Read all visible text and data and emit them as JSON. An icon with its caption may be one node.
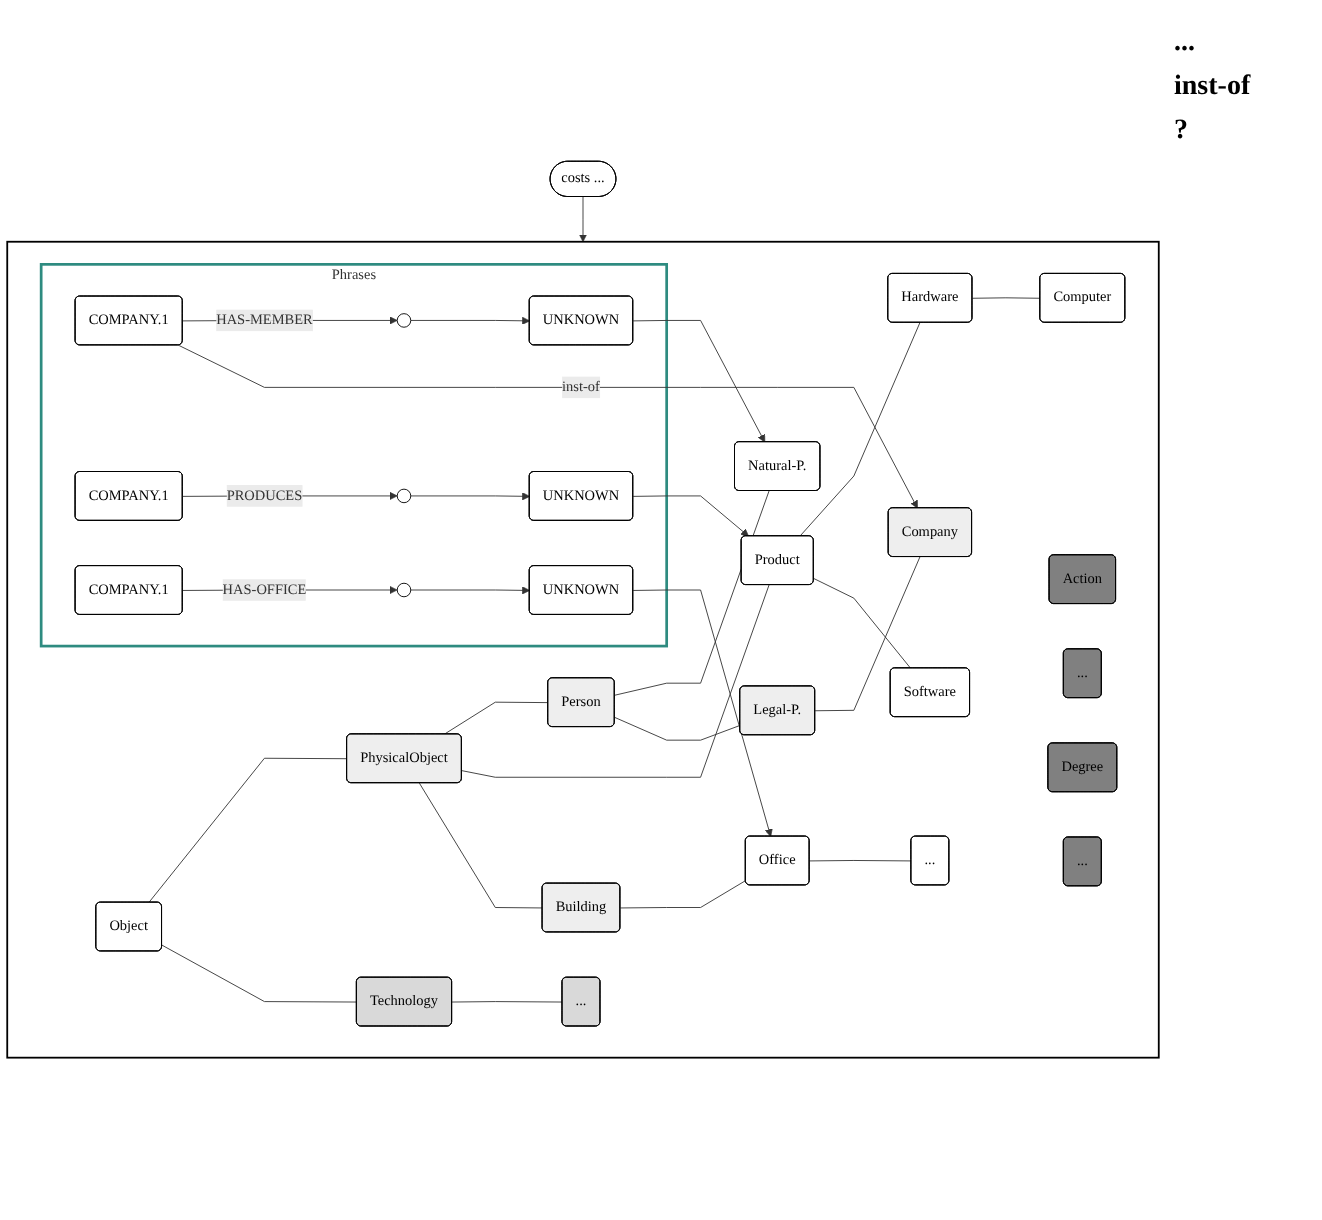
{
  "diagram": {
    "nodes": [
      {
        "text": [],
        "shape": "box"
      },
      {
        "text": [
          "Action"
        ],
        "in": 0
      },
      {
        "text": [
          "..."
        ],
        "in": 0
      },
      {
        "text": [
          "Object"
        ],
        "in": 0
      },
      {
        "text": [
          "PhysicalObject"
        ],
        "in": 0
      },
      {
        "text": [
          "Technology"
        ],
        "in": 0
      },
      {
        "text": [
          "Degree"
        ],
        "in": 0
      },
      {
        "text": [
          "..."
        ],
        "in": 0
      },
      {
        "text": [
          "Person"
        ],
        "in": 0
      },
      {
        "text": [
          "Product"
        ],
        "in": 0
      },
      {
        "text": [
          "Building"
        ],
        "in": 0
      },
      {
        "text": [
          "..."
        ],
        "in": 0
      },
      {
        "text": [
          "Natural-P."
        ],
        "in": 0
      },
      {
        "text": [
          "Legal-P."
        ],
        "in": 0
      },
      {
        "text": [
          "Hardware"
        ],
        "in": 0
      },
      {
        "text": [
          "Software"
        ],
        "in": 0
      },
      {
        "text": [
          "Office"
        ],
        "in": 0
      },
      {
        "text": [
          "Company"
        ],
        "in": 0
      },
      {
        "text": [
          "Computer"
        ],
        "in": 0
      },
      {
        "text": [
          "..."
        ],
        "in": 0
      },
      {
        "text": [
          "Phrases"
        ],
        "in": 0
      },
      {
        "text": [
          "COMPANY.1"
        ],
        "in": 20
      },
      {
        "text": [],
        "shape": "circle",
        "in": 20
      },
      {
        "text": [
          "UNKNOWN"
        ],
        "in": 20
      },
      {
        "text": [
          "COMPANY.1"
        ],
        "in": 20
      },
      {
        "text": [],
        "shape": "circle",
        "in": 20
      },
      {
        "text": [
          "UNKNOWN"
        ],
        "in": 20
      },
      {
        "text": [
          "COMPANY.1"
        ],
        "in": 20
      },
      {
        "text": [],
        "shape": "circle",
        "in": 20
      },
      {
        "text": [
          "UNKNOWN"
        ],
        "in": 20
      },
      {
        "text": [
          "costs ..."
        ]
      }
    ],
    "edges": [
      {
        "from": 3,
        "to": 4,
        "arrow": "none"
      },
      {
        "from": 3,
        "to": 5,
        "arrow": "none"
      },
      {
        "from": 4,
        "to": 8,
        "arrow": "none"
      },
      {
        "from": 4,
        "to": 9,
        "arrow": "none"
      },
      {
        "from": 4,
        "to": 10,
        "arrow": "none"
      },
      {
        "from": 5,
        "to": 11,
        "arrow": "none"
      },
      {
        "from": 8,
        "to": 12,
        "arrow": "none"
      },
      {
        "from": 8,
        "to": 13,
        "arrow": "none"
      },
      {
        "from": 9,
        "to": 14,
        "arrow": "none"
      },
      {
        "from": 9,
        "to": 15,
        "arrow": "none"
      },
      {
        "from": 10,
        "to": 16,
        "arrow": "none"
      },
      {
        "from": 13,
        "to": 17,
        "arrow": "none"
      },
      {
        "from": 14,
        "to": 18,
        "arrow": "none"
      },
      {
        "from": 16,
        "to": 19,
        "arrow": "none"
      },
      {
        "from": 21,
        "to": 22,
        "label": "HAS-MEMBER",
        "arrow": "to"
      },
      {
        "from": 22,
        "to": 23,
        "arrow": "to"
      },
      {
        "from": 24,
        "to": 25,
        "label": "PRODUCES",
        "arrow": "to"
      },
      {
        "from": 25,
        "to": 26,
        "arrow": "to"
      },
      {
        "from": 27,
        "to": 28,
        "label": "HAS-OFFICE",
        "arrow": "to"
      },
      {
        "from": 28,
        "to": 29,
        "arrow": "to"
      },
      {
        "from": 21,
        "to": 17,
        "label": "inst-of",
        "arrow": "to"
      },
      {
        "from": 23,
        "to": 12,
        "arrow": "to"
      },
      {
        "from": 26,
        "to": 9,
        "arrow": "to"
      },
      {
        "from": 29,
        "to": 16,
        "arrow": "to"
      },
      {
        "from": 30,
        "to": 0,
        "arrow": "to"
      }
    ],
    "labels": [
      "...",
      "inst-of",
      "?"
    ]
  }
}
